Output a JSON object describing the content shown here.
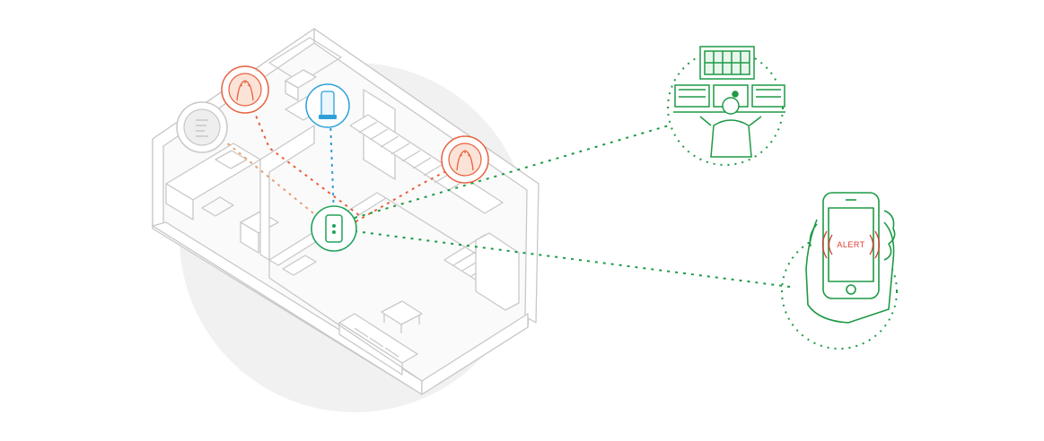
{
  "colors": {
    "line": "#c9c9c9",
    "floor_bg": "#f1f1f1",
    "smoke": "#e8603c",
    "water": "#2e9fd8",
    "hub": "#21a35a",
    "link_green": "#1e9a45",
    "alert": "#e03a2f"
  },
  "sensors": [
    {
      "id": "thermostat",
      "icon": "thermostat-icon"
    },
    {
      "id": "smoke-1",
      "icon": "smoke-detector-icon"
    },
    {
      "id": "water",
      "icon": "water-sensor-icon"
    },
    {
      "id": "smoke-2",
      "icon": "smoke-detector-icon"
    },
    {
      "id": "hub",
      "icon": "hub-icon"
    }
  ],
  "monitoring": {
    "icon": "monitoring-station-icon"
  },
  "phone": {
    "icon": "phone-alert-icon",
    "alert_text": "ALERT"
  }
}
